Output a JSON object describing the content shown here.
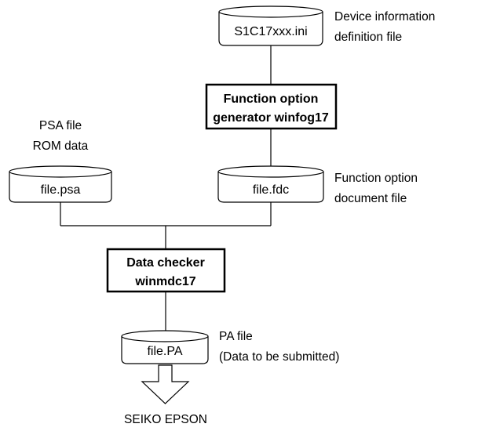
{
  "nodes": {
    "device_ini": {
      "label": "S1C17xxx.ini",
      "caption": [
        "Device information",
        "definition file"
      ]
    },
    "winfog": {
      "lines": [
        "Function option",
        "generator winfog17"
      ]
    },
    "psa": {
      "label": "file.psa",
      "caption": [
        "PSA file",
        "ROM data"
      ]
    },
    "fdc": {
      "label": "file.fdc",
      "caption": [
        "Function option",
        "document file"
      ]
    },
    "winmdc": {
      "lines": [
        "Data checker",
        "winmdc17"
      ]
    },
    "pa": {
      "label": "file.PA",
      "caption": [
        "PA file",
        "(Data to be submitted)"
      ]
    }
  },
  "destination": "SEIKO EPSON"
}
